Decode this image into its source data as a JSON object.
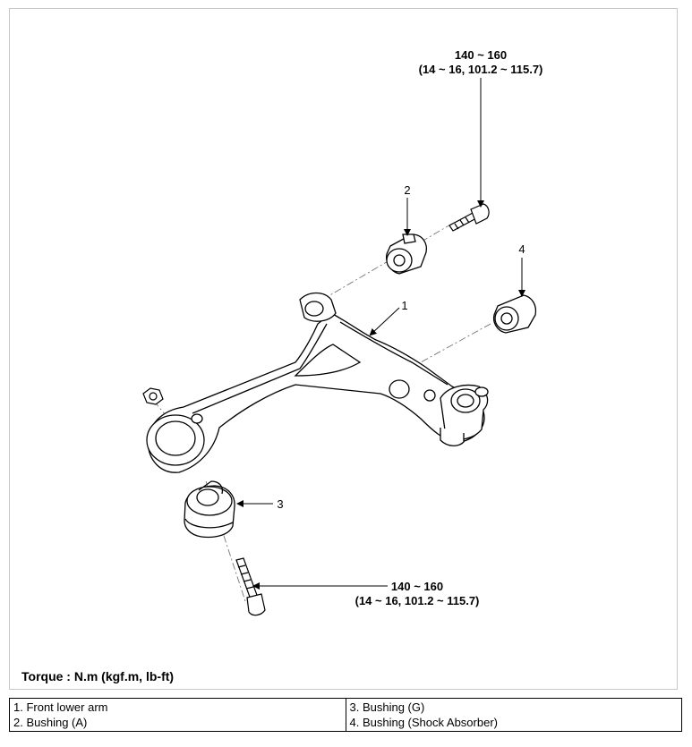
{
  "torque_top": {
    "line1": "140 ~ 160",
    "line2": "(14 ~ 16, 101.2 ~ 115.7)"
  },
  "torque_bottom": {
    "line1": "140 ~ 160",
    "line2": "(14 ~ 16, 101.2 ~ 115.7)"
  },
  "callouts": {
    "c1": "1",
    "c2": "2",
    "c3": "3",
    "c4": "4"
  },
  "torque_units": "Torque : N.m (kgf.m, lb-ft)",
  "legend": {
    "left": [
      "1. Front lower arm",
      "2. Bushing (A)"
    ],
    "right": [
      "3. Bushing (G)",
      "4. Bushing (Shock Absorber)"
    ]
  }
}
